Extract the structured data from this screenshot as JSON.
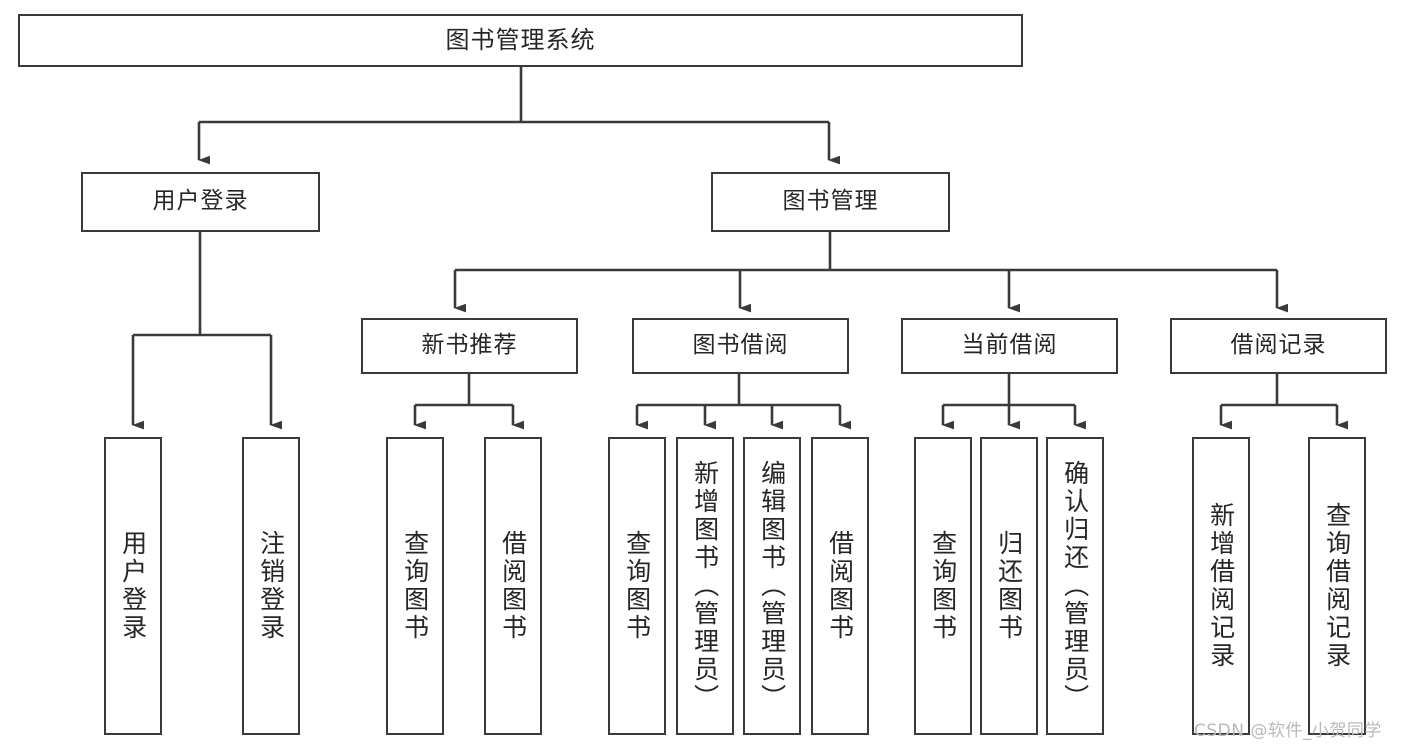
{
  "diagram": {
    "title": "图书管理系统",
    "type": "hierarchy-tree",
    "watermark": "CSDN @软件_小贺同学",
    "colors": {
      "background": "#ffffff",
      "box_border": "#3a3a3a",
      "text": "#262626",
      "connector": "#3a3a3a",
      "watermark": "#b9b9b9"
    },
    "levels": [
      {
        "level": 1,
        "nodes": [
          {
            "id": "root",
            "label": "图书管理系统"
          }
        ]
      },
      {
        "level": 2,
        "nodes": [
          {
            "id": "user-login",
            "label": "用户登录"
          },
          {
            "id": "book-manage",
            "label": "图书管理"
          }
        ]
      },
      {
        "level": 3,
        "nodes": [
          {
            "id": "new-book-rec",
            "label": "新书推荐"
          },
          {
            "id": "book-borrow",
            "label": "图书借阅"
          },
          {
            "id": "current-borrow",
            "label": "当前借阅"
          },
          {
            "id": "borrow-record",
            "label": "借阅记录"
          }
        ]
      }
    ],
    "leaf_groups": [
      {
        "parent": "user-login",
        "leaves": [
          {
            "id": "leaf-user-login",
            "label": "用户登录"
          },
          {
            "id": "leaf-logout",
            "label": "注销登录"
          }
        ]
      },
      {
        "parent": "new-book-rec",
        "leaves": [
          {
            "id": "leaf-query-book-1",
            "label": "查询图书"
          },
          {
            "id": "leaf-borrow-book-1",
            "label": "借阅图书"
          }
        ]
      },
      {
        "parent": "book-borrow",
        "leaves": [
          {
            "id": "leaf-query-book-2",
            "label": "查询图书"
          },
          {
            "id": "leaf-add-book",
            "label": "新增图书（管理员）"
          },
          {
            "id": "leaf-edit-book",
            "label": "编辑图书（管理员）"
          },
          {
            "id": "leaf-borrow-book-2",
            "label": "借阅图书"
          }
        ]
      },
      {
        "parent": "current-borrow",
        "leaves": [
          {
            "id": "leaf-query-book-3",
            "label": "查询图书"
          },
          {
            "id": "leaf-return-book",
            "label": "归还图书"
          },
          {
            "id": "leaf-confirm-return",
            "label": "确认归还（管理员）"
          }
        ]
      },
      {
        "parent": "borrow-record",
        "leaves": [
          {
            "id": "leaf-add-record",
            "label": "新增借阅记录"
          },
          {
            "id": "leaf-query-record",
            "label": "查询借阅记录"
          }
        ]
      }
    ]
  }
}
